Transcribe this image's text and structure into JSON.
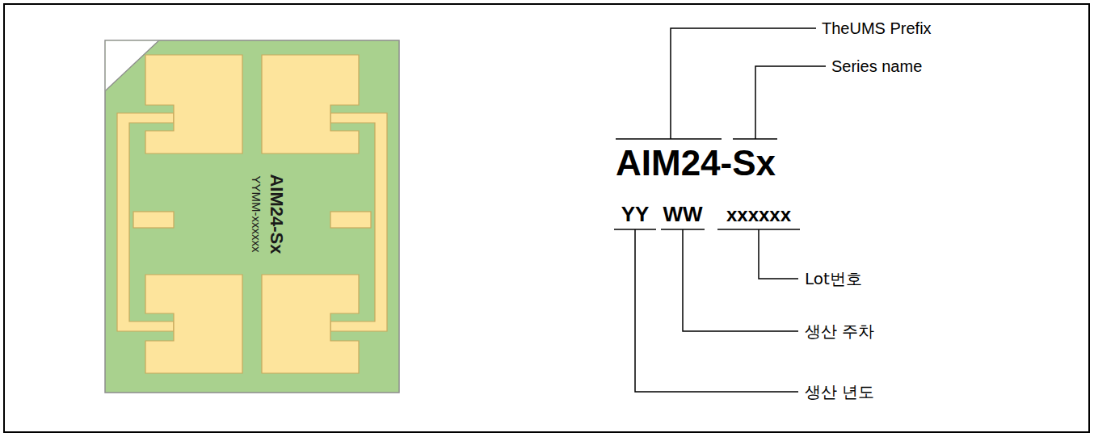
{
  "diagram": {
    "nodes": [
      {
        "text": [
          "AIM24-Sx",
          "YYMM-xxxxxx"
        ]
      }
    ],
    "labels": [
      "AIM24-Sx",
      "YY",
      "WW",
      "xxxxxx",
      "TheUMS Prefix",
      "Series name",
      "Lot번호",
      "생산 주차",
      "생산 년도"
    ]
  }
}
